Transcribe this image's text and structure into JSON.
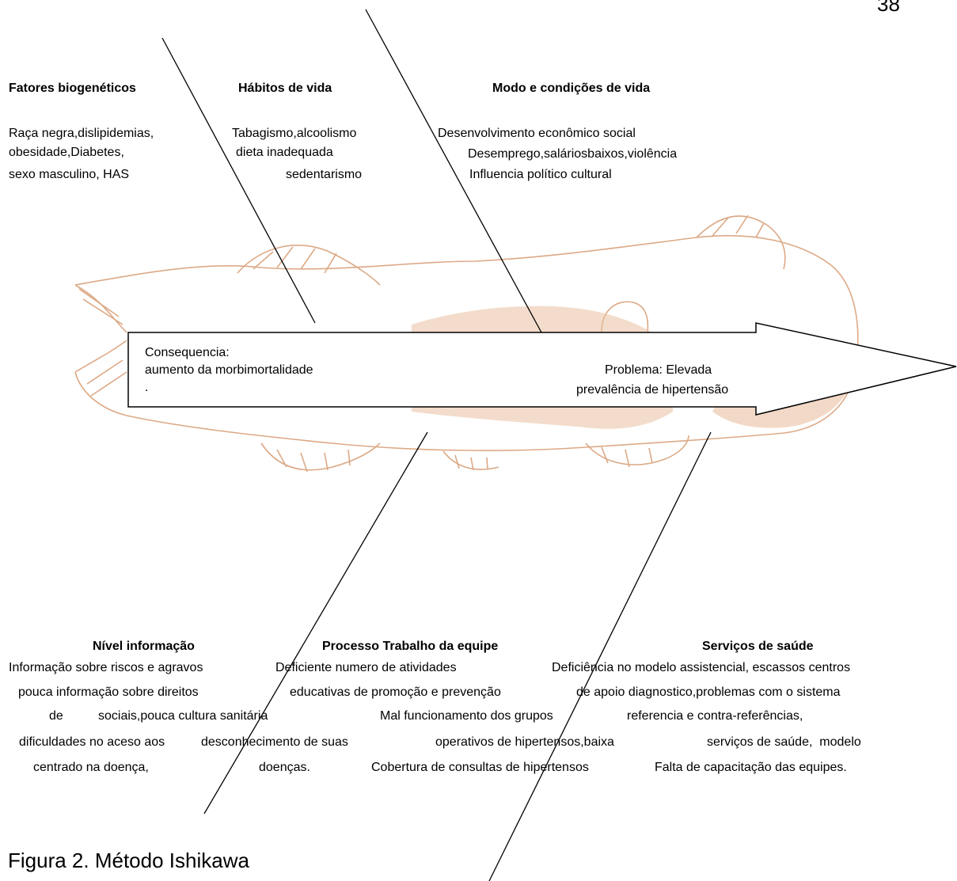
{
  "page_number": "38",
  "caption": "Figura 2. Método Ishikawa",
  "arrow": {
    "consequence_line1": "Consequencia:",
    "consequence_line2": "aumento da morbimortalidade",
    "consequence_line3": ".",
    "problem_line1": "Problema: Elevada",
    "problem_line2": "prevalência de hipertensão"
  },
  "top_causes": [
    {
      "title": "Fatores biogenéticos",
      "lines": [
        "Raça negra,dislipidemias,",
        "obesidade,Diabetes,",
        "sexo masculino, HAS"
      ]
    },
    {
      "title": "Hábitos de vida",
      "lines": [
        "Tabagismo,alcoolismo",
        "dieta inadequada",
        "sedentarismo"
      ]
    },
    {
      "title": "Modo e condições de vida",
      "lines": [
        "Desenvolvimento econômico social",
        "Desemprego,saláriosbaixos,violência",
        "Influencia político cultural"
      ]
    }
  ],
  "bottom_causes": [
    {
      "title": "Nível informação",
      "lines": [
        "Informação sobre riscos e agravos",
        "pouca informação sobre direitos",
        "de",
        "sociais,pouca cultura sanitária",
        "dificuldades no aceso aos",
        "desconhecimento de suas",
        "centrado na doença,",
        "doenças."
      ]
    },
    {
      "title": "Processo Trabalho da equipe",
      "lines": [
        "Deficiente numero de atividades",
        "educativas de promoção e prevenção",
        "Mal funcionamento dos grupos",
        "operativos de hipertensos,baixa",
        "Cobertura de consultas de hipertensos"
      ]
    },
    {
      "title": "Serviços de saúde",
      "lines": [
        "Deficiência no modelo assistencial, escassos centros",
        "de apoio diagnostico,problemas com o sistema",
        "referencia e contra-referências,",
        "serviços de saúde,  modelo",
        "Falta de capacitação das equipes."
      ]
    }
  ],
  "colors": {
    "fish_fill": "#e9bfa1",
    "fish_stroke": "#d9a07a",
    "line": "#000000"
  }
}
